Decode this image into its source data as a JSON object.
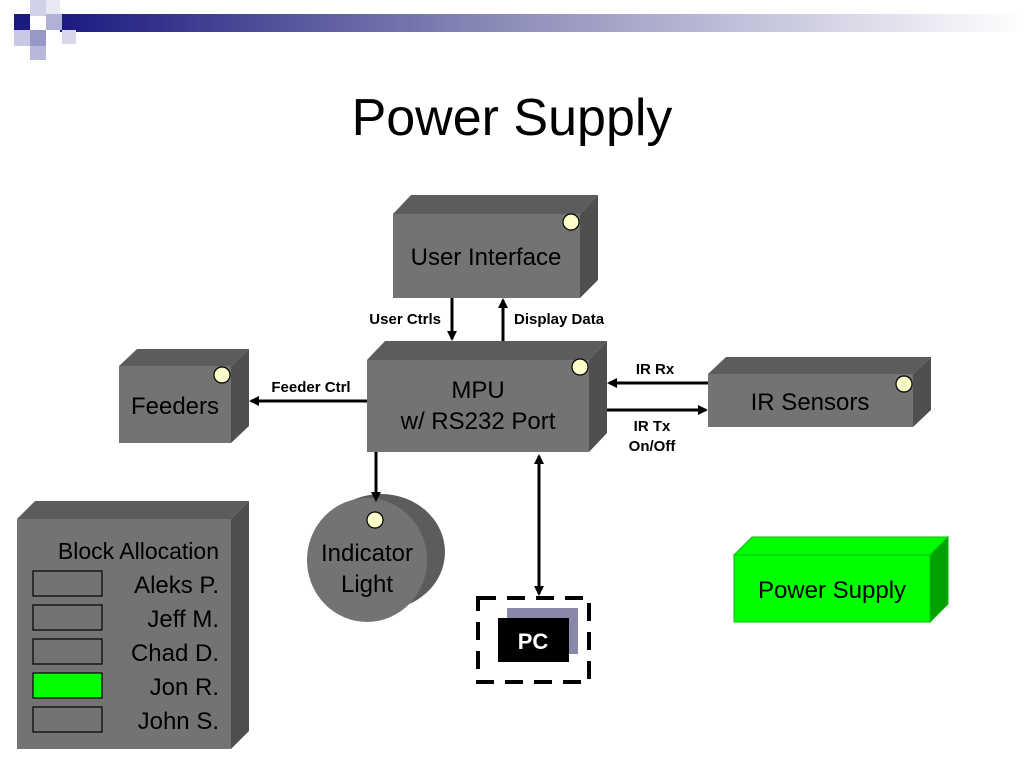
{
  "slide": {
    "title": "Power Supply"
  },
  "colors": {
    "block_front": "#737373",
    "block_top": "#5c5c5c",
    "block_side": "#4f4f4f",
    "led": "#ffffcc",
    "highlight": "#00ff00",
    "highlight_dark": "#00a000",
    "pc_shadow": "#8888a8",
    "pc_box": "#000000"
  },
  "blocks": {
    "user_interface": {
      "label": "User Interface"
    },
    "mpu": {
      "line1": "MPU",
      "line2": "w/ RS232 Port"
    },
    "feeders": {
      "label": "Feeders"
    },
    "ir_sensors": {
      "label": "IR Sensors"
    },
    "indicator_light": {
      "line1": "Indicator",
      "line2": "Light"
    },
    "pc": {
      "label": "PC"
    },
    "power_supply": {
      "label": "Power Supply"
    }
  },
  "connections": {
    "user_ctrls": "User Ctrls",
    "display_data": "Display Data",
    "feeder_ctrl": "Feeder Ctrl",
    "ir_rx": "IR Rx",
    "ir_tx_line1": "IR Tx",
    "ir_tx_line2": "On/Off"
  },
  "legend": {
    "title": "Block Allocation",
    "members": [
      {
        "name": "Aleks P.",
        "highlighted": false
      },
      {
        "name": "Jeff M.",
        "highlighted": false
      },
      {
        "name": "Chad D.",
        "highlighted": false
      },
      {
        "name": "Jon R.",
        "highlighted": true
      },
      {
        "name": "John S.",
        "highlighted": false
      }
    ]
  }
}
